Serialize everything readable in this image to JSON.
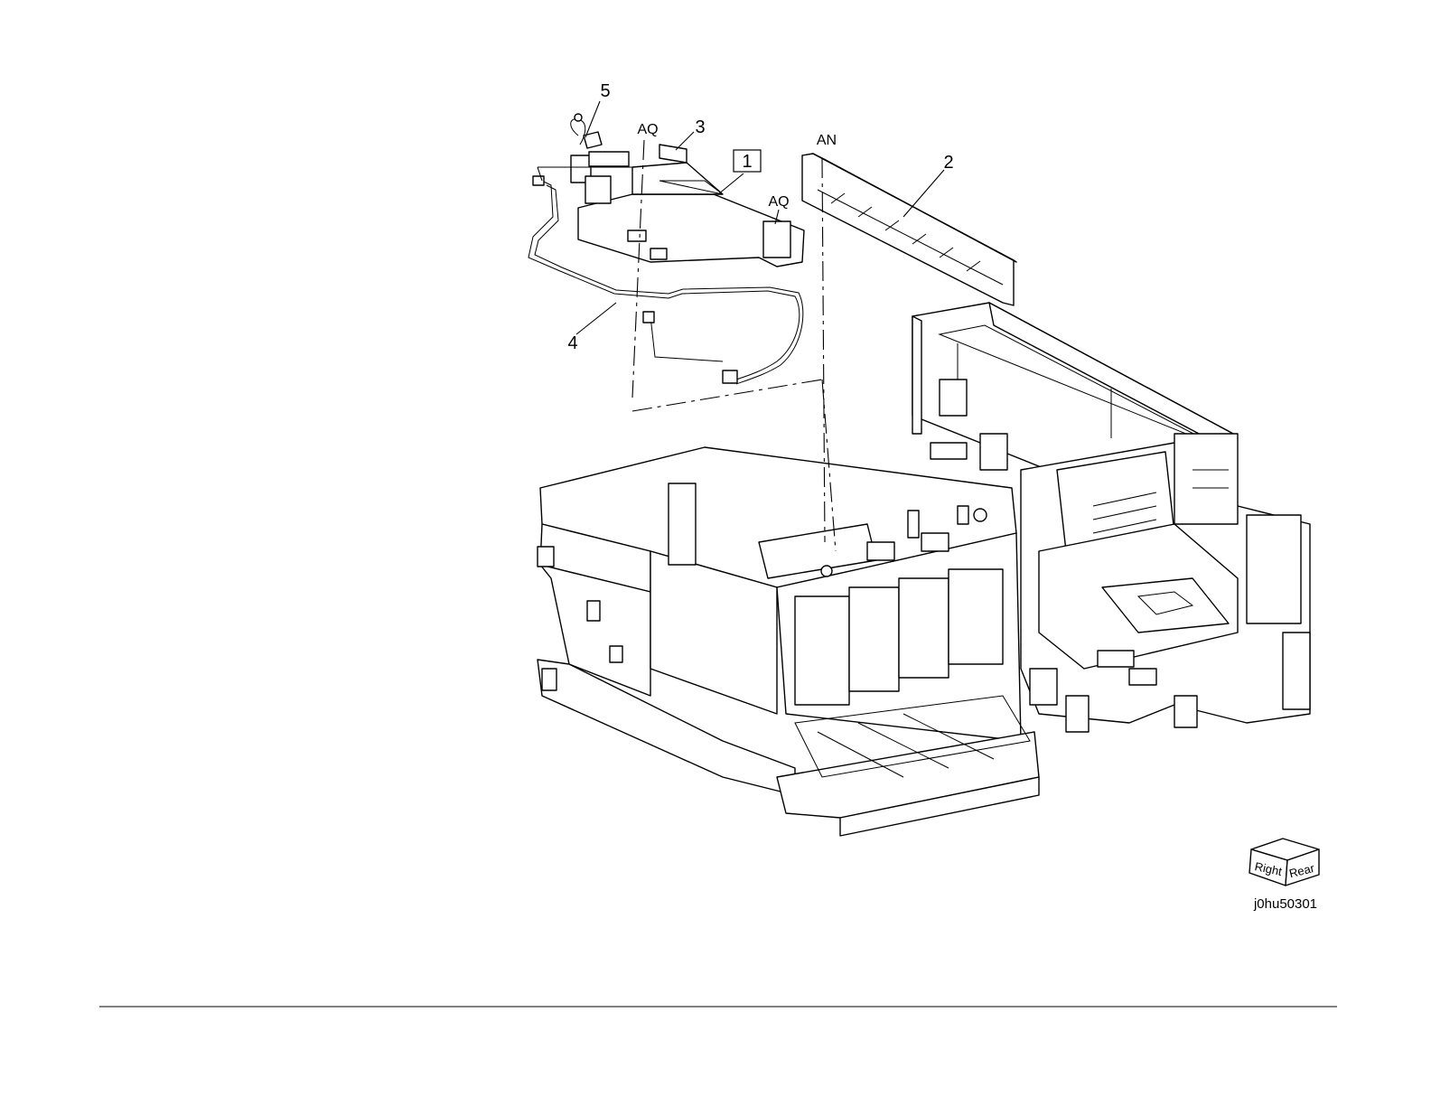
{
  "diagram": {
    "callouts": [
      {
        "id": "1",
        "text": "1",
        "boxed": true
      },
      {
        "id": "2",
        "text": "2",
        "boxed": false
      },
      {
        "id": "3",
        "text": "3",
        "boxed": false
      },
      {
        "id": "4",
        "text": "4",
        "boxed": false
      },
      {
        "id": "5",
        "text": "5",
        "boxed": false
      }
    ],
    "reference_marks": [
      "AQ",
      "AQ",
      "AN"
    ],
    "orientation_cube": {
      "right_face": "Right",
      "rear_face": "Rear"
    },
    "figure_id": "j0hu50301"
  }
}
